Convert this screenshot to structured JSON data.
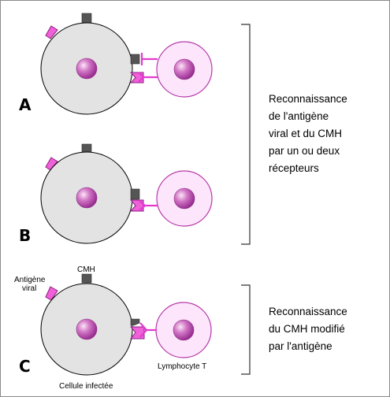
{
  "panels": [
    {
      "letter": "A"
    },
    {
      "letter": "B"
    },
    {
      "letter": "C"
    }
  ],
  "descriptions": {
    "ab": [
      "Reconnaissance",
      "de l'antigène",
      "viral et du CMH",
      "par un ou deux",
      "récepteurs"
    ],
    "c": [
      "Reconnaissance",
      "du CMH modifié",
      "par l'antigène"
    ]
  },
  "labels": {
    "antigen_line1": "Antigène",
    "antigen_line2": "viral",
    "mhc": "CMH",
    "lymphocyte": "Lymphocyte T",
    "infected_cell": "Cellule infectée"
  },
  "colors": {
    "infected_cell": "#e3e3e3",
    "lymphocyte": "#fde6fb",
    "nucleus": "#b23fa8",
    "antigen": "#f060d8",
    "mhc": "#555555",
    "receptor": "#e33bd0"
  }
}
